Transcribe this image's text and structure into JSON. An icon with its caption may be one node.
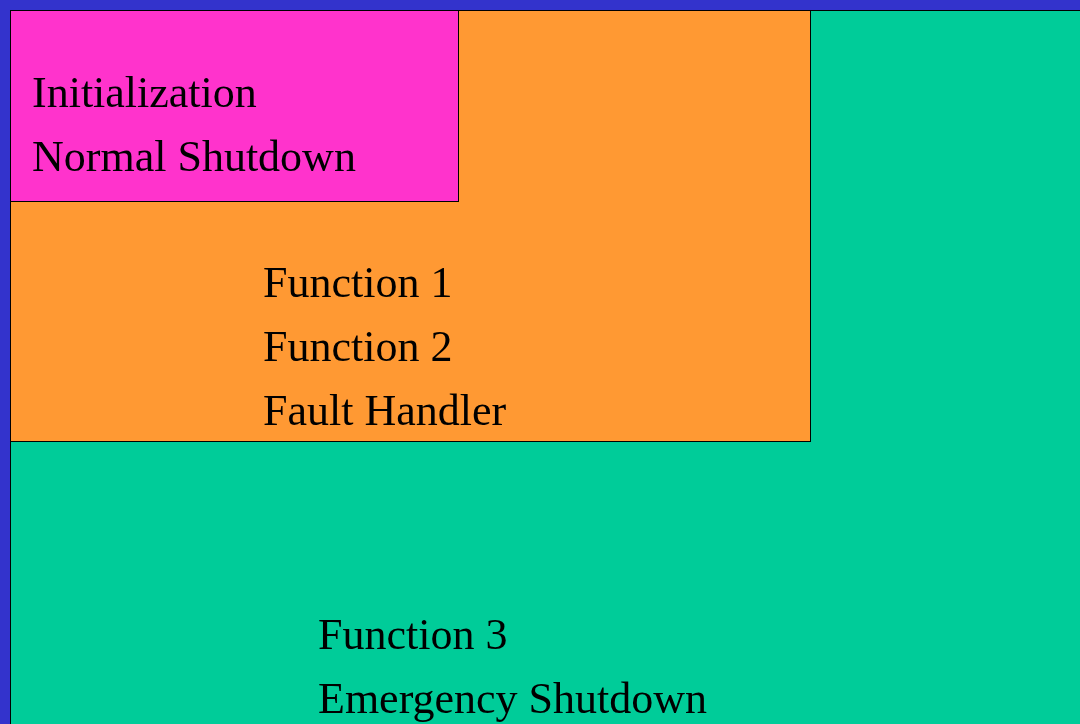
{
  "diagram": {
    "nodes": [
      {
        "text": [
          "Function 3",
          "Emergency Shutdown"
        ]
      },
      {
        "text": [
          "Function 1",
          "Function 2",
          "Fault Handler"
        ],
        "in": 0
      },
      {
        "text": [
          "Initialization",
          "Normal Shutdown"
        ],
        "in": 1
      }
    ]
  }
}
